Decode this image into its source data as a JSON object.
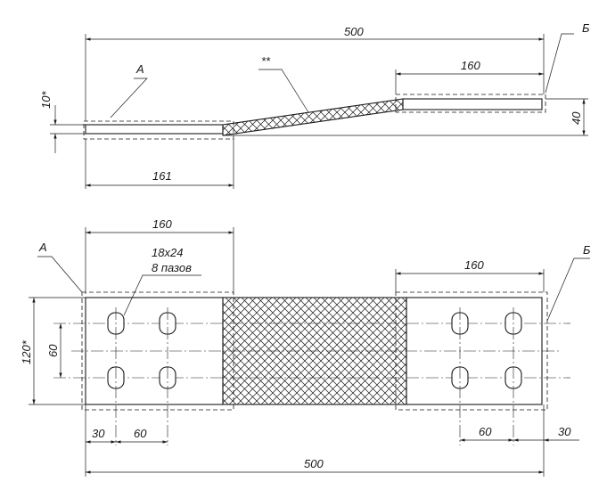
{
  "side_view": {
    "overall_length": "500",
    "end_b_length": "160",
    "end_a_length": "161",
    "height": "40",
    "thickness": "10*",
    "label_a": "A",
    "label_b": "Б",
    "note_mark": "**"
  },
  "plan_view": {
    "end_a_length": "160",
    "end_b_length": "160",
    "slot_size": "18x24",
    "slot_count": "8 пазов",
    "label_a": "A",
    "label_b": "Б",
    "width": "120*",
    "hole_spacing_v": "60",
    "edge_left": "30",
    "hole_spacing_left": "60",
    "hole_spacing_right": "60",
    "edge_right": "30",
    "overall_length": "500"
  }
}
